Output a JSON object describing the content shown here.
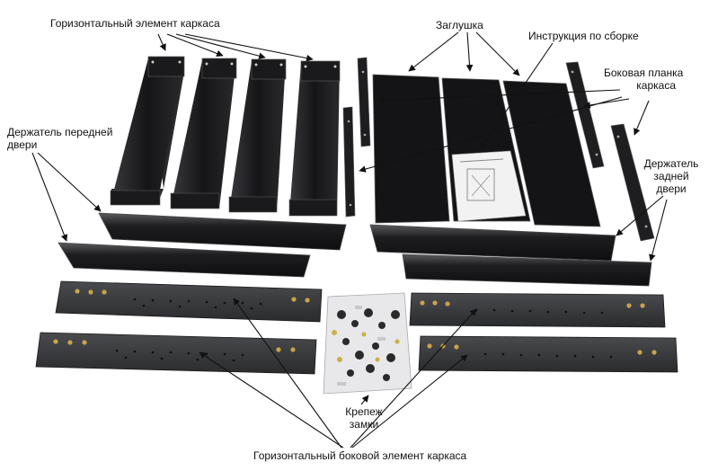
{
  "labels": {
    "horizontal_frame_element": "Горизонтальный элемент каркаса",
    "plug": "Заглушка",
    "assembly_instructions": "Инструкция по сборке",
    "side_frame_strip_line1": "Боковая планка",
    "side_frame_strip_line2": "каркаса",
    "front_door_holder_line1": "Держатель передней",
    "front_door_holder_line2": "двери",
    "rear_door_holder_line1": "Держатель",
    "rear_door_holder_line2": "задней",
    "rear_door_holder_line3": "двери",
    "fasteners_locks_line1": "Крепеж",
    "fasteners_locks_line2": "замки",
    "horizontal_side_frame_element": "Горизонтальный боковой элемент каркаса"
  },
  "colors": {
    "background": "#ffffff",
    "metal": "#1c1c1e",
    "metal_edge": "#4a4a4e",
    "metal_face": "#2a2a2d",
    "perforated_rail": "#2f3032",
    "brass": "#c9a24a",
    "arrow": "#111111",
    "manual_page": "#f2f2f2"
  }
}
